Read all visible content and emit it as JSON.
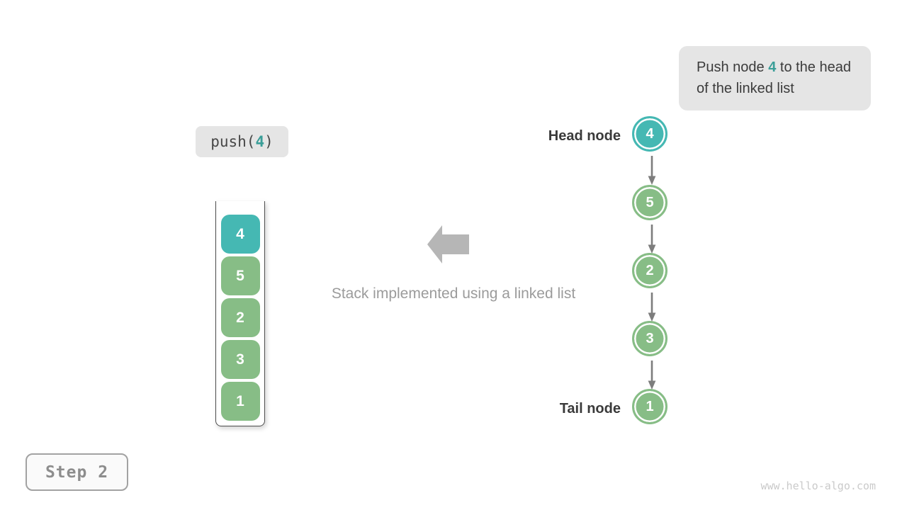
{
  "colors": {
    "highlight-teal": "#45b8b3",
    "node-green": "#87bd86",
    "text-teal": "#3a9e98",
    "arrow-gray": "#7d7d7d",
    "block-arrow-gray": "#b6b6b6",
    "label-bg": "#e5e5e5",
    "dark-text": "#3b3b3b",
    "caption-gray": "#9b9b9b"
  },
  "callout": {
    "prefix": "Push node ",
    "highlight": "4",
    "suffix": " to the head of the linked list"
  },
  "operation": {
    "prefix": "push(",
    "highlight": "4",
    "suffix": ")"
  },
  "stack": {
    "items": [
      "4",
      "5",
      "2",
      "3",
      "1"
    ]
  },
  "caption": "Stack implemented using a linked list",
  "linked_list": {
    "head_label": "Head node",
    "tail_label": "Tail node",
    "nodes": [
      "4",
      "5",
      "2",
      "3",
      "1"
    ]
  },
  "step_badge": "Step 2",
  "watermark": "www.hello-algo.com"
}
